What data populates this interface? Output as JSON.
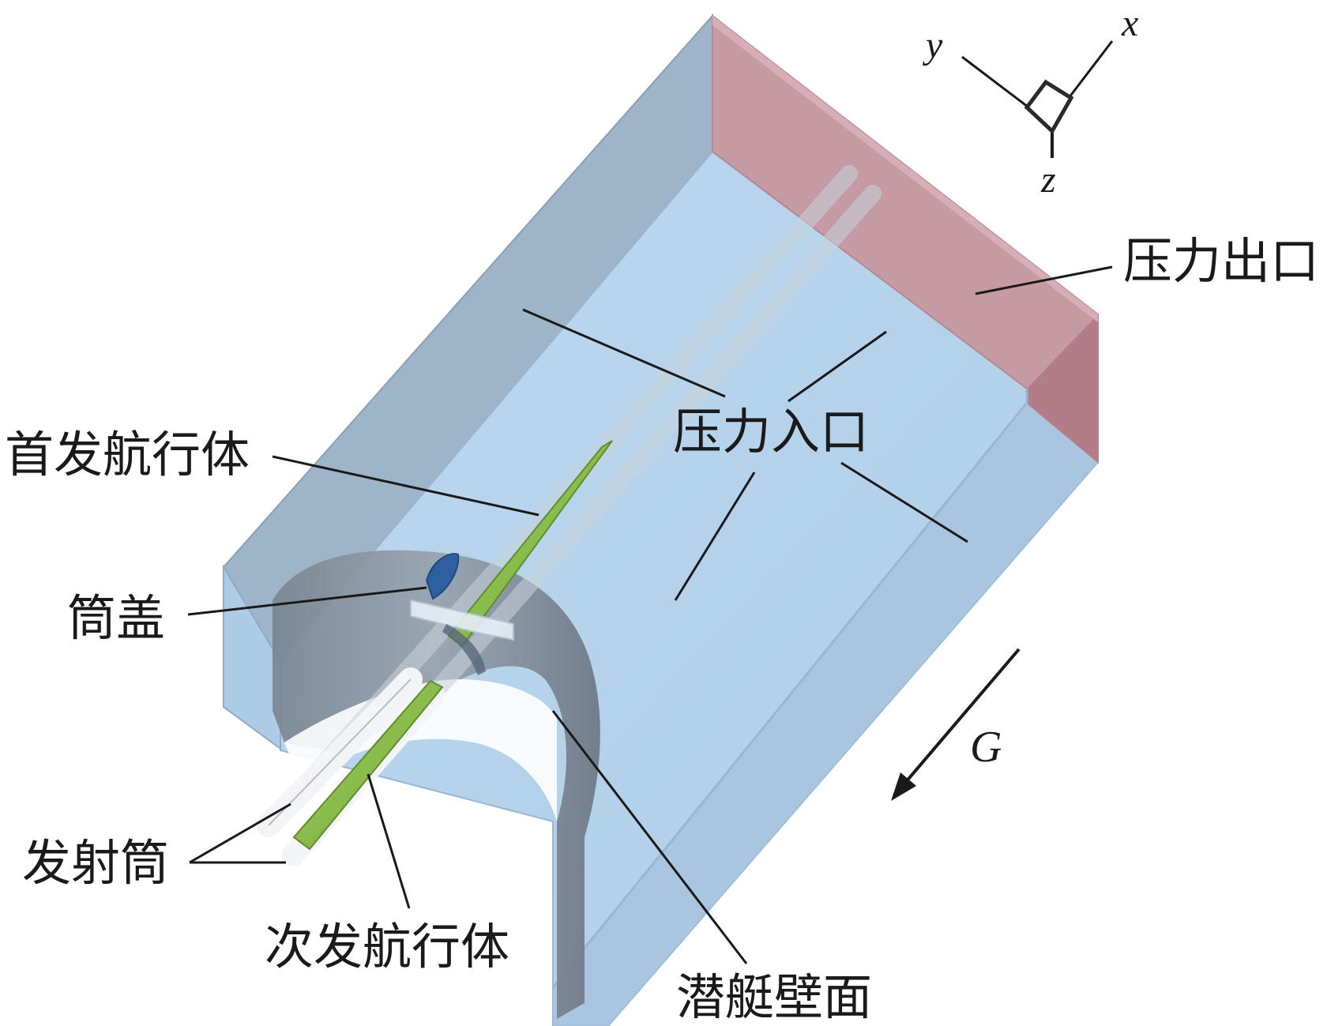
{
  "labels": {
    "pressure_outlet": "压力出口",
    "pressure_inlet": "压力入口",
    "lead_vehicle": "首发航行体",
    "tube_cover": "筒盖",
    "launch_tube": "发射筒",
    "second_vehicle": "次发航行体",
    "submarine_wall": "潜艇壁面"
  },
  "axes": {
    "x": "x",
    "y": "y",
    "z": "z"
  },
  "gravity": "G",
  "colors": {
    "domain_front": "#b9d6ee",
    "domain_left": "#9cb2c8",
    "outlet_face": "#c79aa3",
    "outlet_side": "#b57f8b",
    "hull_wall": "#8a939f",
    "vehicle": "#8fc24a",
    "tube": "#e9ecee",
    "cover": "#2f5f9e"
  }
}
